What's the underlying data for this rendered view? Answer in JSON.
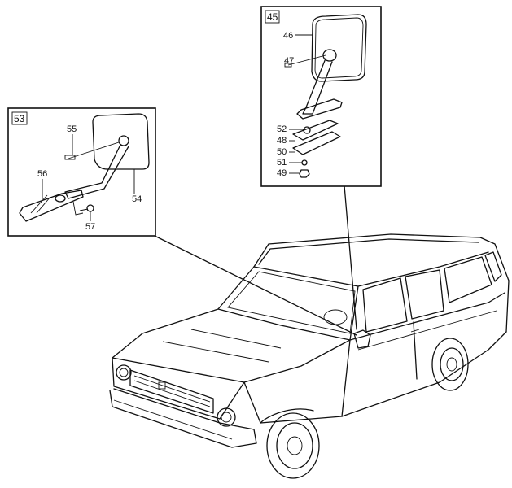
{
  "detail_right": {
    "figure_number": "45",
    "callouts": {
      "c46": "46",
      "c47": "47",
      "c52": "52",
      "c48": "48",
      "c50": "50",
      "c51": "51",
      "c49": "49"
    }
  },
  "detail_left": {
    "figure_number": "53",
    "callouts": {
      "c55": "55",
      "c56": "56",
      "c54": "54",
      "c57": "57"
    }
  }
}
